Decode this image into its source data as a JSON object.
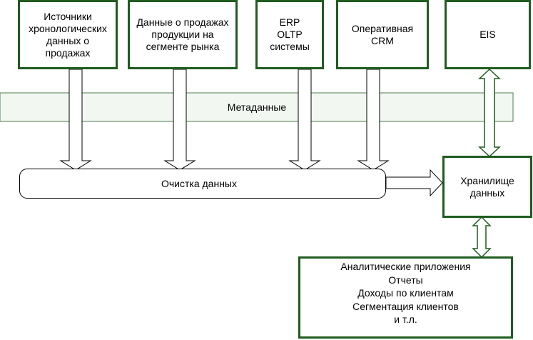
{
  "sources": [
    {
      "label": "Источники\nхронологических\nданных о\nпродажах"
    },
    {
      "label": "Данные о продажах\nпродукции на\nсегменте рынка"
    },
    {
      "label": "ERP\nOLTP\nсистемы"
    },
    {
      "label": "Оперативная\nCRM"
    },
    {
      "label": "EIS"
    }
  ],
  "metadata_band": {
    "label": "Метаданные"
  },
  "cleaning": {
    "label": "Очистка данных"
  },
  "warehouse": {
    "label": "Хранилище\nданных"
  },
  "applications": {
    "lines": [
      "Аналитические приложения",
      "Отчеты",
      "Доходы по клиентам",
      "Сегментация клиентов",
      "и т.л."
    ]
  },
  "colors": {
    "box_border": "#1f5c1f",
    "band_fill": "#f2f7f2",
    "band_border": "#4f7f4f"
  }
}
